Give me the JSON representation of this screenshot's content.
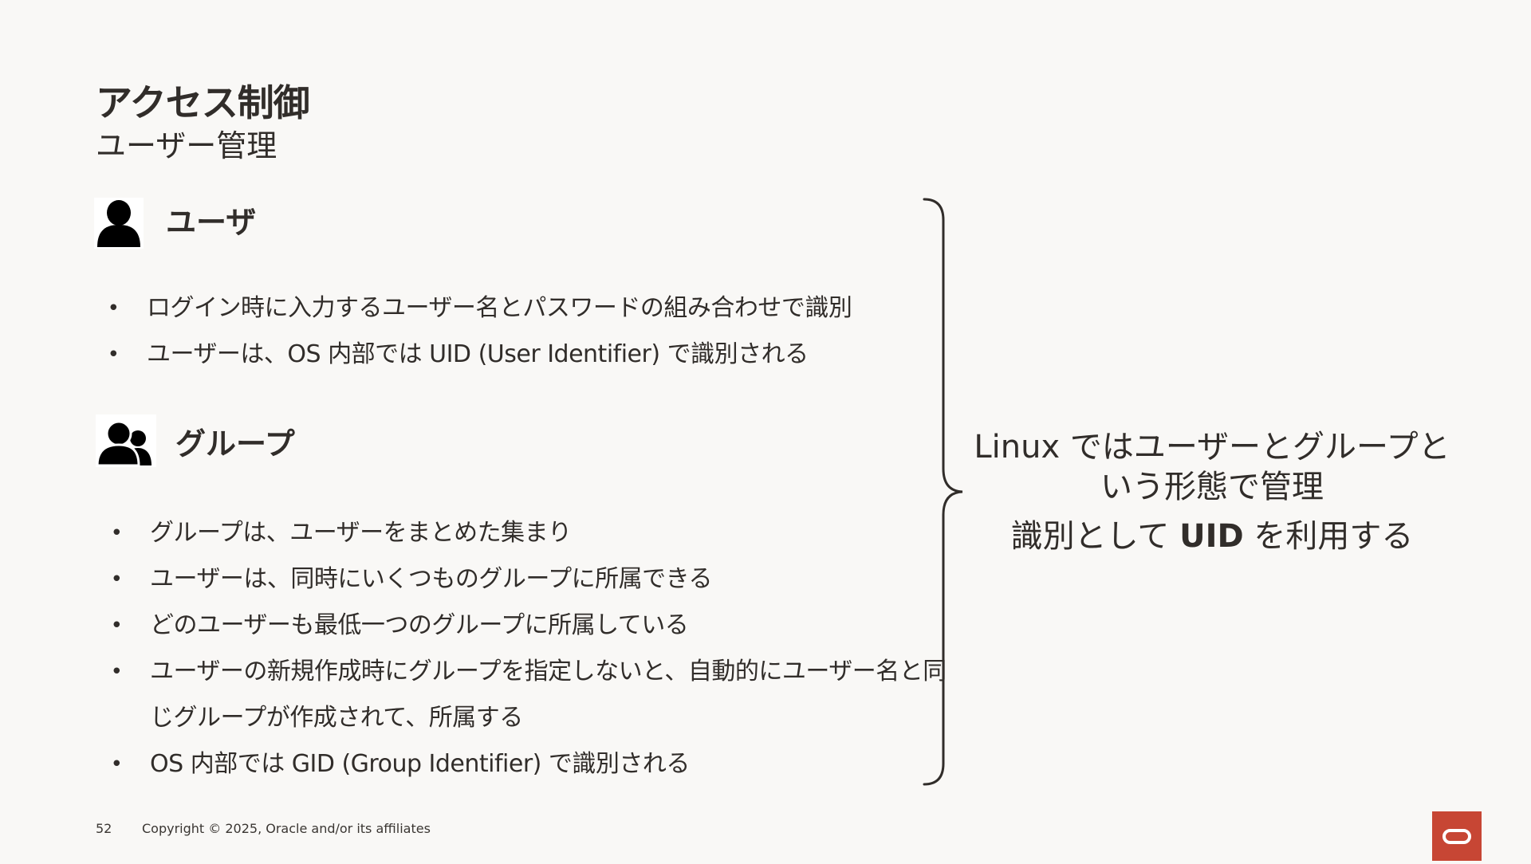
{
  "header": {
    "title": "アクセス制御",
    "subtitle": "ユーザー管理"
  },
  "user_section": {
    "icon": "user-icon",
    "title": "ユーザ",
    "bullets": [
      "ログイン時に入力するユーザー名とパスワードの組み合わせで識別",
      "ユーザーは、OS 内部では UID (User Identifier) で識別される"
    ]
  },
  "group_section": {
    "icon": "group-icon",
    "title": "グループ",
    "bullets": [
      "グループは、ユーザーをまとめた集まり",
      "ユーザーは、同時にいくつものグループに所属できる",
      "どのユーザーも最低一つのグループに所属している",
      "ユーザーの新規作成時にグループを指定しないと、自動的にユーザー名と同じグループが作成されて、所属する",
      "OS 内部では GID (Group Identifier) で識別される"
    ]
  },
  "summary": {
    "line1": "Linux ではユーザーとグループという形態で管理",
    "line2_prefix": "識別として ",
    "line2_bold": "UID",
    "line2_suffix": " を利用する"
  },
  "footer": {
    "page_number": "52",
    "copyright": "Copyright © 2025, Oracle and/or its affiliates",
    "logo_icon": "oracle-logo-icon"
  },
  "colors": {
    "background": "#f9f8f6",
    "text": "#312d2a",
    "brand": "#c74634"
  }
}
